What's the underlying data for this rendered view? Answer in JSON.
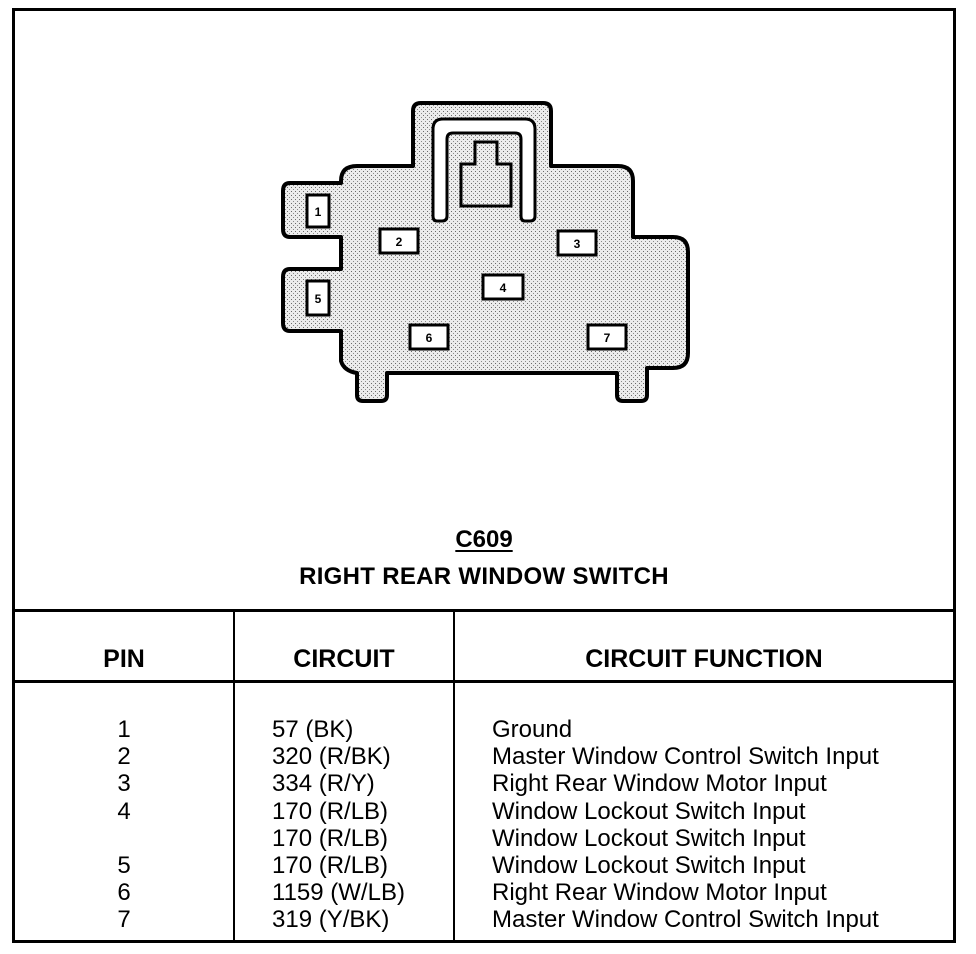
{
  "connector": {
    "id": "C609",
    "name": "RIGHT REAR WINDOW SWITCH",
    "pins": [
      "1",
      "2",
      "3",
      "4",
      "5",
      "6",
      "7"
    ]
  },
  "table": {
    "headers": {
      "pin": "PIN",
      "circuit": "CIRCUIT",
      "function": "CIRCUIT FUNCTION"
    },
    "rows": [
      {
        "pin": "1",
        "circuit": "57 (BK)",
        "function": "Ground"
      },
      {
        "pin": "2",
        "circuit": "320 (R/BK)",
        "function": "Master Window Control Switch Input"
      },
      {
        "pin": "3",
        "circuit": "334 (R/Y)",
        "function": "Right Rear Window Motor Input"
      },
      {
        "pin": "4",
        "circuit": "170 (R/LB)",
        "function": "Window Lockout Switch Input"
      },
      {
        "pin": "",
        "circuit": "170 (R/LB)",
        "function": "Window Lockout Switch Input"
      },
      {
        "pin": "5",
        "circuit": "170 (R/LB)",
        "function": "Window Lockout Switch Input"
      },
      {
        "pin": "6",
        "circuit": "1159 (W/LB)",
        "function": "Right Rear Window Motor Input"
      },
      {
        "pin": "7",
        "circuit": "319 (Y/BK)",
        "function": "Master Window Control Switch Input"
      }
    ]
  }
}
